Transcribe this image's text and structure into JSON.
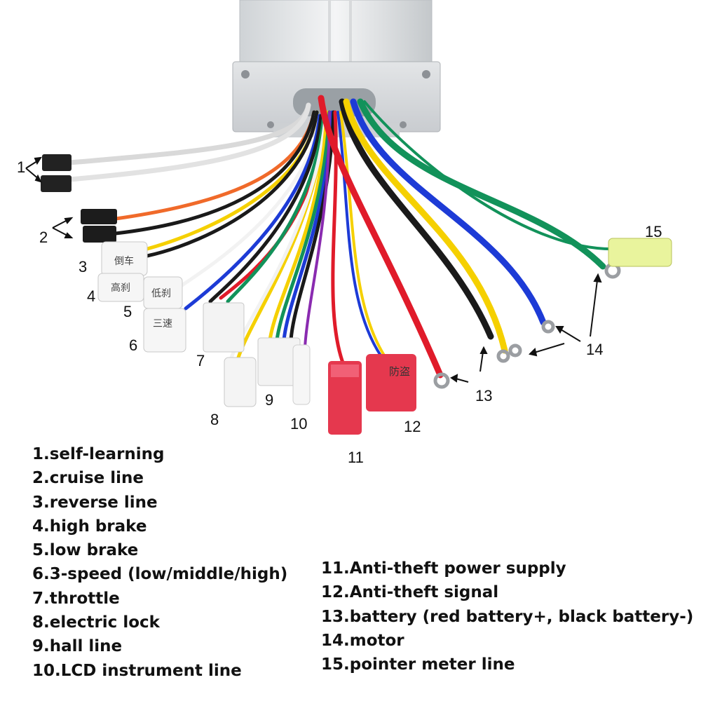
{
  "diagram": {
    "callout_labels": [
      "1",
      "2",
      "3",
      "4",
      "5",
      "6",
      "7",
      "8",
      "9",
      "10",
      "11",
      "12",
      "13",
      "14",
      "15"
    ],
    "connector_text": {
      "c3": "倒车",
      "c4": "高刹",
      "c5": "低刹",
      "c6": "三速",
      "c12": "防盗"
    },
    "wire_colors": {
      "white": "#f2f2f2",
      "black": "#1a1a1a",
      "red": "#e01b2a",
      "yellow": "#f5d000",
      "blue": "#1d3bd6",
      "green": "#12925a",
      "orange": "#f06a2a",
      "purple": "#8a2bb0",
      "brown": "#6b3a1f",
      "gray": "#9a9a9a"
    }
  },
  "legend": {
    "left": [
      "1.self-learning",
      "2.cruise line",
      "3.reverse line",
      "4.high brake",
      "5.low brake",
      "6.3-speed (low/middle/high)",
      "7.throttle",
      "8.electric lock",
      "9.hall line",
      "10.LCD instrument line"
    ],
    "right": [
      "11.Anti-theft power supply",
      "12.Anti-theft signal",
      "13.battery (red battery+, black battery-)",
      "14.motor",
      "15.pointer meter line"
    ]
  }
}
